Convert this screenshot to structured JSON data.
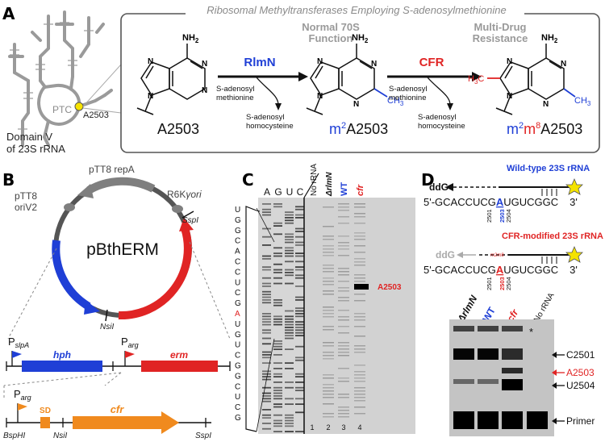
{
  "panels": {
    "A": {
      "letter": "A",
      "title": "Ribosomal Methyltransferases Employing S-adenosylmethionine",
      "rrna_label_ptc": "PTC",
      "rrna_label_site": "A2503",
      "domain_label_1": "Domain V",
      "domain_label_2": "of 23S rRNA",
      "enzyme1": "RlmN",
      "enzyme2": "CFR",
      "sam_1": "S-adenosyl",
      "sam_2": "methionine",
      "sah_1": "S-adenosyl",
      "sah_2": "homocysteine",
      "func1_1": "Normal 70S",
      "func1_2": "Function",
      "func2_1": "Multi-Drug",
      "func2_2": "Resistance",
      "mol1_label": "A2503",
      "mol2_prefix": "m",
      "mol2_sup": "2",
      "mol2_suffix": "A2503",
      "mol3_m1": "m",
      "mol3_sup1": "2",
      "mol3_m2": "m",
      "mol3_sup2": "8",
      "mol3_suffix": "A2503",
      "nh2": "NH",
      "nh2_sub": "2",
      "ch3": "CH",
      "ch3_sub": "3",
      "h3c": "H",
      "h3c_sub": "3",
      "h3c_c": "C",
      "atom_n": "N"
    },
    "B": {
      "letter": "B",
      "plasmid": "pBthERM",
      "reppa": "pTT8 repA",
      "oriv2_1": "pTT8",
      "oriv2_2": "oriV2",
      "r6k": "R6K",
      "gamma": "γ",
      "ori": "ori",
      "sspi": "SspI",
      "nsii": "NsiI",
      "pslpa_p": "P",
      "pslpa_sub": "slpA",
      "parg_p": "P",
      "parg_sub": "arg",
      "hph": "hph",
      "erm": "erm",
      "sd": "SD",
      "cfr": "cfr",
      "bsphi": "BspHI",
      "nsii2": "NsiI",
      "sspi2": "SspI"
    },
    "C": {
      "letter": "C",
      "lanes_seq": [
        "A",
        "G",
        "U",
        "C"
      ],
      "lanes_exp": [
        "No rRNA",
        "ΔrlmN",
        "WT",
        "cfr"
      ],
      "lane_nums": [
        "1",
        "2",
        "3",
        "4"
      ],
      "band_label": "A2503",
      "sequence": [
        "U",
        "G",
        "G",
        "C",
        "A",
        "C",
        "C",
        "U",
        "C",
        "G",
        "A",
        "U",
        "G",
        "U",
        "C",
        "G",
        "G",
        "C",
        "U",
        "C",
        "G"
      ]
    },
    "D": {
      "letter": "D",
      "wt_title": "Wild-type 23S rRNA",
      "cfr_title": "CFR-modified 23S rRNA",
      "ddg": "ddG",
      "seq_5": "5'-",
      "seq_left": "GCACCUCG",
      "seq_a": "A",
      "seq_right": "UGUCGGC",
      "seq_3": "3'",
      "pos_2501": "2501",
      "pos_2503": "2503",
      "pos_2504": "2504",
      "m2m8": "m2m8",
      "gel_lanes": [
        "ΔrlmN",
        "WT",
        "cfr",
        "No rRNA"
      ],
      "asterisk": "*",
      "c2501": "C2501",
      "a2503": "A2503",
      "u2504": "U2504",
      "primer": "Primer"
    }
  },
  "colors": {
    "blue": "#1f3fd6",
    "red": "#e02424",
    "orange": "#f08a1e",
    "grey": "#7f7f7f",
    "dark": "#222222"
  }
}
